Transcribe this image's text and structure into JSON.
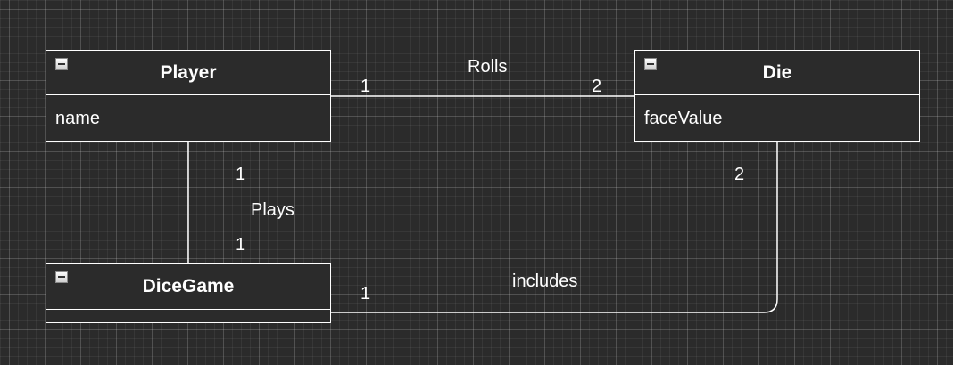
{
  "classes": {
    "player": {
      "name": "Player",
      "attribute": "name"
    },
    "die": {
      "name": "Die",
      "attribute": "faceValue"
    },
    "dicegame": {
      "name": "DiceGame"
    }
  },
  "associations": {
    "rolls": {
      "label": "Rolls",
      "source_multiplicity": "1",
      "target_multiplicity": "2"
    },
    "plays": {
      "label": "Plays",
      "source_multiplicity": "1",
      "target_multiplicity": "1"
    },
    "includes": {
      "label": "includes",
      "source_multiplicity": "1",
      "target_multiplicity": "2"
    }
  },
  "colors": {
    "background": "#2b2b2b",
    "line": "#ffffff",
    "text": "#ffffff"
  },
  "icons": {
    "collapse": "collapse-minus-icon"
  }
}
